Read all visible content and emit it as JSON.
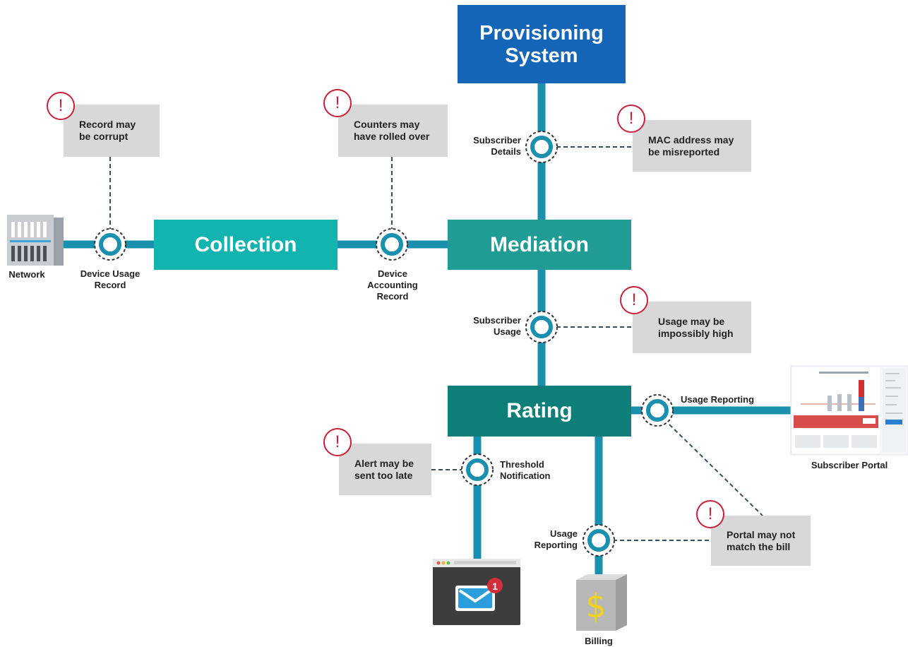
{
  "colors": {
    "line": "#1a8fae",
    "provisioning": "#1565b8",
    "collection": "#13b3b0",
    "mediation": "#1f9d95",
    "rating": "#0d7f78",
    "alert": "#c8203a",
    "note_bg": "#d8d8d8"
  },
  "nodes": {
    "provisioning": "Provisioning System",
    "collection": "Collection",
    "mediation": "Mediation",
    "rating": "Rating"
  },
  "endpoints": {
    "network": "Network",
    "billing": "Billing",
    "subscriber_portal": "Subscriber Portal",
    "notification_badge": "1",
    "billing_icon": "$"
  },
  "connectors": {
    "device_usage_record": "Device Usage Record",
    "device_accounting_record": "Device Accounting Record",
    "subscriber_details": "Subscriber Details",
    "subscriber_usage": "Subscriber Usage",
    "usage_reporting_portal": "Usage Reporting",
    "threshold_notification": "Threshold Notification",
    "usage_reporting_billing": "Usage Reporting"
  },
  "warnings": {
    "record_corrupt": "Record may be corrupt",
    "counters_rolled": "Counters may have rolled over",
    "mac_misreported": "MAC address may be misreported",
    "usage_high": "Usage may be impossibly high",
    "alert_late": "Alert may be sent too late",
    "portal_mismatch": "Portal may not match the bill"
  },
  "alert_symbol": "!",
  "icons": [
    "server-icon",
    "envelope-icon",
    "dollar-box-icon",
    "portal-screenshot-icon",
    "alert-icon"
  ]
}
